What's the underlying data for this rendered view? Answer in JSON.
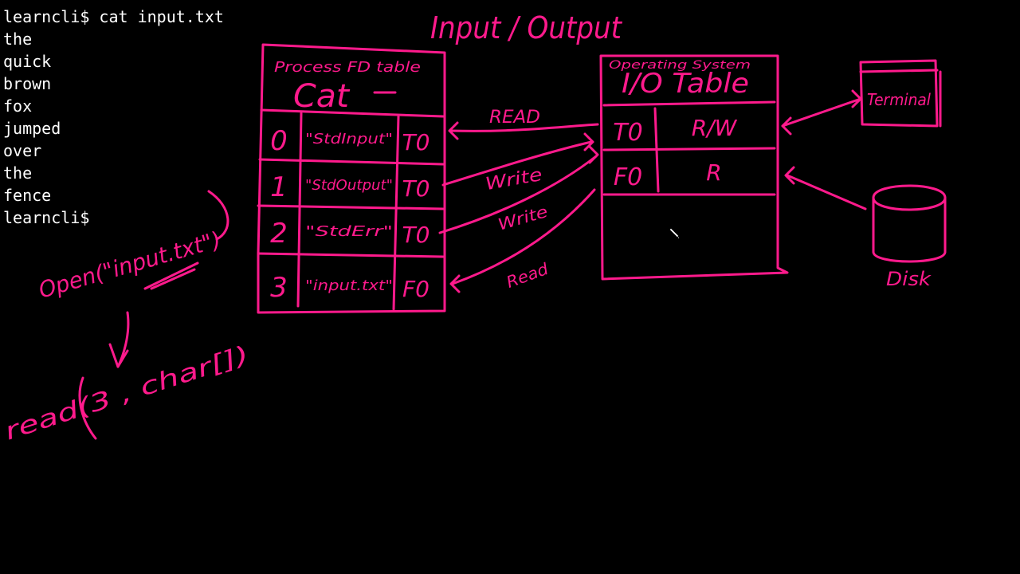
{
  "terminal": {
    "lines": [
      "learncli$ cat input.txt",
      "the",
      "quick",
      "brown",
      "fox",
      "jumped",
      "over",
      "the",
      "fence",
      "learncli$"
    ]
  },
  "colors": {
    "background": "#000000",
    "ink": "#ff1a8c",
    "terminal_text": "#ffffff"
  },
  "diagram": {
    "title": "Input / Output",
    "process_table": {
      "header_small": "Process FD table",
      "header_big": "Cat",
      "rows": [
        {
          "fd": "0",
          "name": "\"StdInput\"",
          "ref": "T0"
        },
        {
          "fd": "1",
          "name": "\"StdOutput\"",
          "ref": "T0"
        },
        {
          "fd": "2",
          "name": "\"StdErr\"",
          "ref": "T0"
        },
        {
          "fd": "3",
          "name": "\"input.txt\"",
          "ref": "F0"
        }
      ]
    },
    "os_table": {
      "header_small": "Operating System",
      "header_big": "I/O Table",
      "rows": [
        {
          "ref": "T0",
          "mode": "R/W"
        },
        {
          "ref": "F0",
          "mode": "R"
        }
      ]
    },
    "arrows": {
      "read_top": "READ",
      "write_1": "Write",
      "write_2": "Write",
      "read_bottom": "Read"
    },
    "terminal_label": "Terminal",
    "disk_label": "Disk",
    "notes": {
      "open_call": "Open(\"input.txt\")",
      "read_call": "read(3 , char[])"
    },
    "icons": [
      "pencil-cursor-icon"
    ]
  }
}
